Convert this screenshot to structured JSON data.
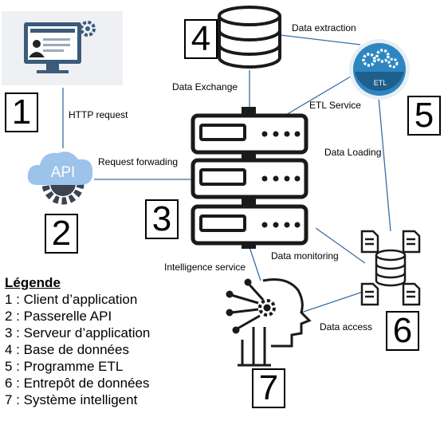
{
  "nodes": {
    "client_number": "1",
    "api_number": "2",
    "server_number": "3",
    "database_number": "4",
    "etl_number": "5",
    "warehouse_number": "6",
    "ai_number": "7",
    "api_icon_text": "API",
    "etl_icon_text": "ETL"
  },
  "edges": {
    "http_request": "HTTP request",
    "request_forwarding": "Request forwading",
    "data_exchange": "Data Exchange",
    "data_extraction": "Data extraction",
    "etl_service": "ETL Service",
    "data_loading": "Data Loading",
    "data_monitoring": "Data monitoring",
    "intelligence_service": "Intelligence service",
    "data_access": "Data access"
  },
  "legend": {
    "title": "Légende",
    "items": [
      "1 : Client d’application",
      "2 : Passerelle API",
      "3 : Serveur d’application",
      "4 : Base de données",
      "5 : Programme ETL",
      "6 : Entrepôt de données",
      "7 : Système intelligent"
    ]
  },
  "colors": {
    "connector": "#3a6ea5",
    "connector_light": "#7a9cc8",
    "icon_dark": "#1a1a1a",
    "client_panel": "#eef0f4",
    "client_screen": "#3b5b7a",
    "api_cloud": "#9cc3ea",
    "api_gear": "#3b4450",
    "etl_circle": "#2e86c1"
  }
}
